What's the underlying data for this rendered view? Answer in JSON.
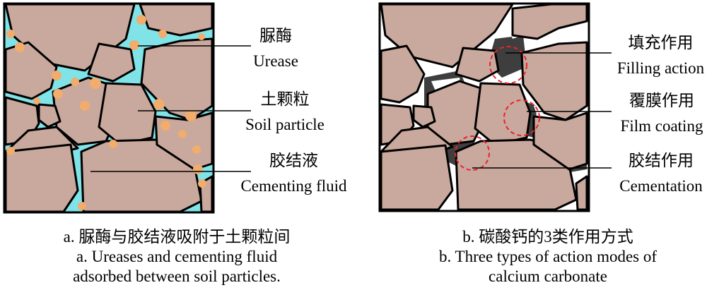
{
  "panel_a": {
    "labels": [
      {
        "zh": "脲酶",
        "en": "Urease"
      },
      {
        "zh": "土颗粒",
        "en": "Soil particle"
      },
      {
        "zh": "胶结液",
        "en": "Cementing fluid"
      }
    ],
    "caption": {
      "zh": "a. 脲酶与胶结液吸附于土颗粒间",
      "en_line1": "a. Ureases and cementing fluid",
      "en_line2": "adsorbed between soil particles."
    }
  },
  "panel_b": {
    "labels": [
      {
        "zh": "填充作用",
        "en": "Filling action"
      },
      {
        "zh": "覆膜作用",
        "en": "Film coating"
      },
      {
        "zh": "胶结作用",
        "en": "Cementation"
      }
    ],
    "caption": {
      "zh": "b. 碳酸钙的3类作用方式",
      "en_line1": "b. Three types of action modes of",
      "en_line2": "calcium carbonate"
    }
  },
  "colors": {
    "particle": "#c9a89d",
    "fluid": "#7fe3e8",
    "urease": "#f2ac6c",
    "precipitate": "#3e3e3e",
    "void": "#ffffff",
    "circle": "#e8242a"
  }
}
